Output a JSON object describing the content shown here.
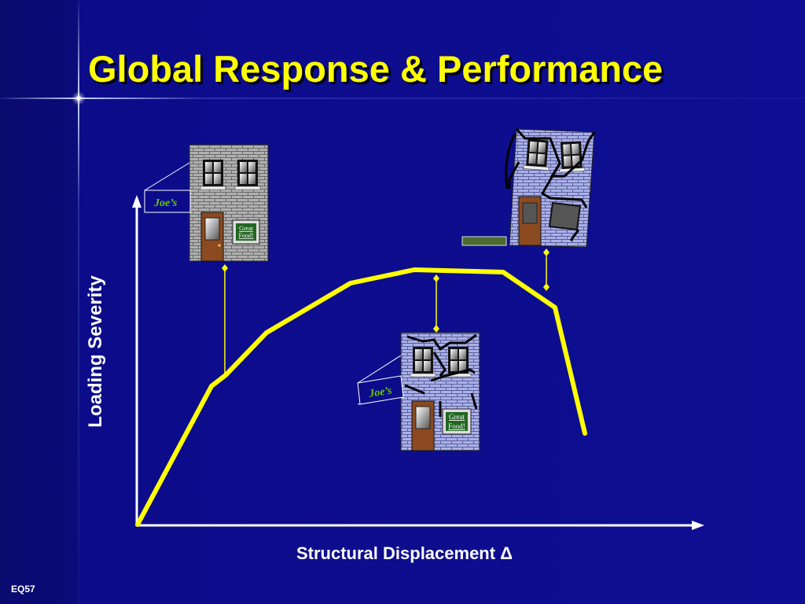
{
  "slide": {
    "title": "Global Response & Performance",
    "y_axis_label": "Loading Severity",
    "x_axis_label": "Structural Displacement  Δ",
    "footer_code": "EQ57"
  },
  "buildings": [
    {
      "state": "undamaged",
      "sign": "Joe’s",
      "plaque_line1": "Great",
      "plaque_line2": "Food!"
    },
    {
      "state": "cracked",
      "sign": "Joe’s",
      "plaque_line1": "Great",
      "plaque_line2": "Food!"
    },
    {
      "state": "collapsing"
    }
  ],
  "colors": {
    "background": "#0c0c8a",
    "title": "#ffff00",
    "curve": "#ffff00",
    "axis": "#ffffff",
    "sign_text": "#66cc00"
  }
}
